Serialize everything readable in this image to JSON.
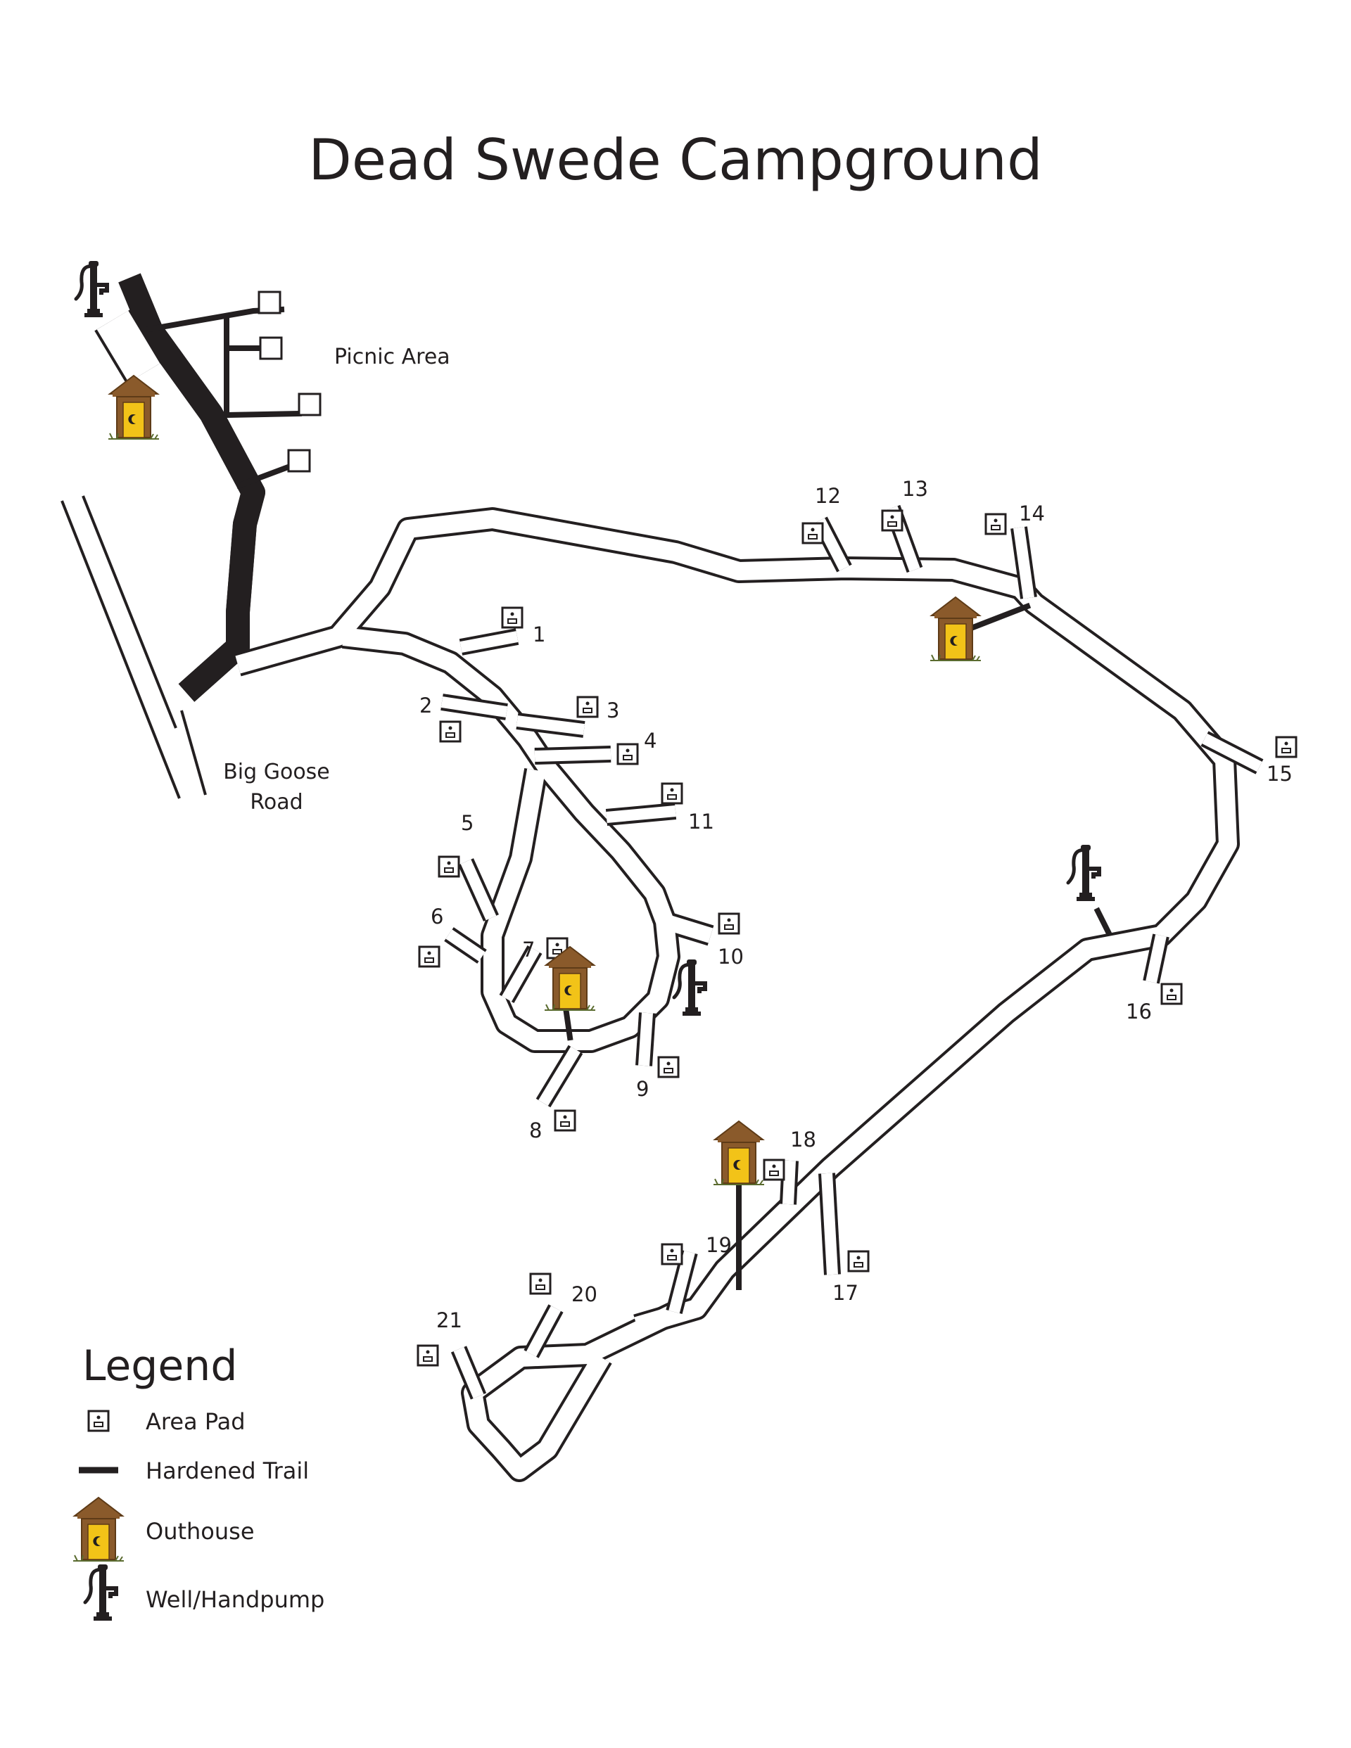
{
  "title": "Dead Swede Campground",
  "labels": {
    "picnic_area": "Picnic Area",
    "road_line1": "Big Goose",
    "road_line2": "Road"
  },
  "sites": [
    "1",
    "2",
    "3",
    "4",
    "5",
    "6",
    "7",
    "8",
    "9",
    "10",
    "11",
    "12",
    "13",
    "14",
    "15",
    "16",
    "17",
    "18",
    "19",
    "20",
    "21"
  ],
  "legend": {
    "title": "Legend",
    "items": [
      {
        "label": "Area Pad",
        "icon": "area-pad-icon"
      },
      {
        "label": "Hardened Trail",
        "icon": "hardened-trail-icon"
      },
      {
        "label": "Outhouse",
        "icon": "outhouse-icon"
      },
      {
        "label": "Well/Handpump",
        "icon": "handpump-icon"
      }
    ]
  },
  "colors": {
    "ink": "#231f20",
    "outhouse_roof": "#8a5a2b",
    "outhouse_body": "#f2c318",
    "road_fill": "#ffffff"
  }
}
